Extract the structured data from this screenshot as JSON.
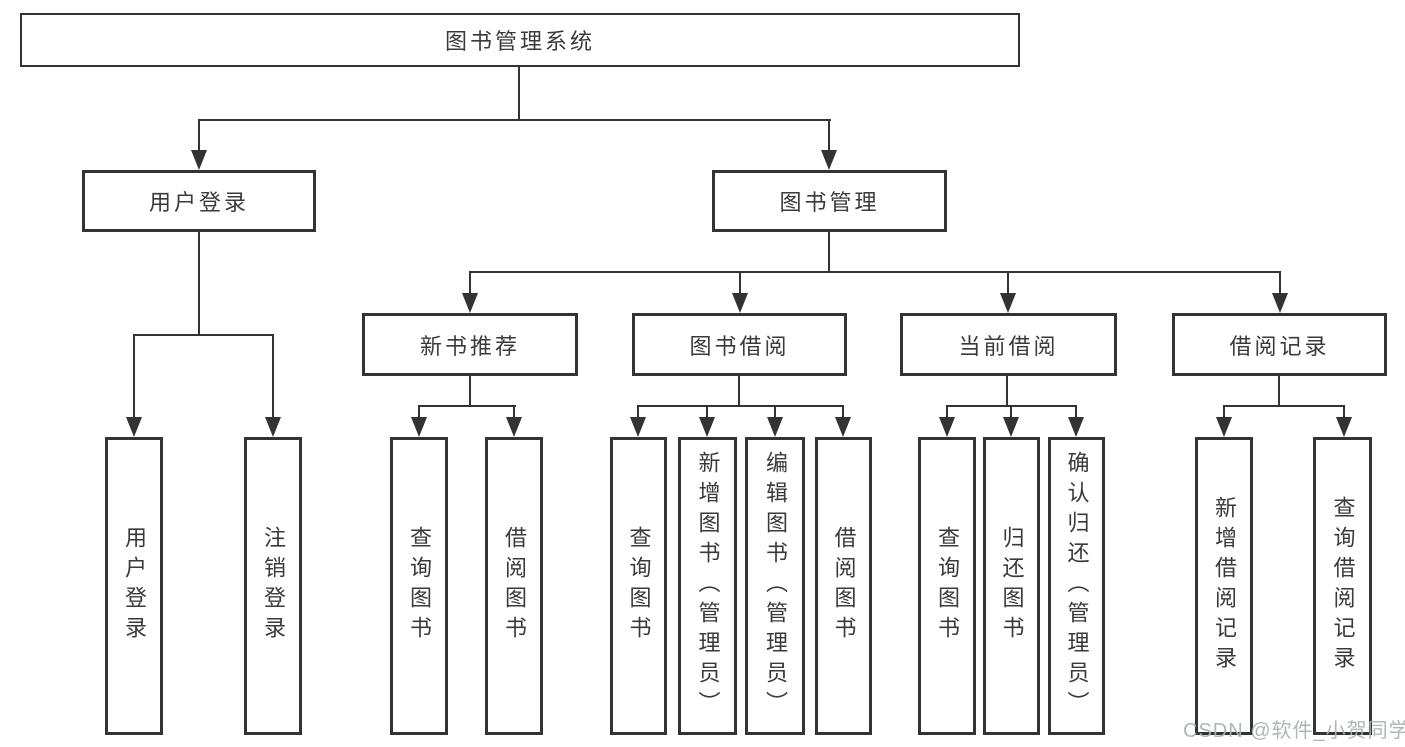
{
  "diagram": {
    "root": {
      "label": "图书管理系统"
    },
    "branches": [
      {
        "label": "用户登录",
        "children": [
          {
            "label": "用户登录"
          },
          {
            "label": "注销登录"
          }
        ]
      },
      {
        "label": "图书管理",
        "children": [
          {
            "label": "新书推荐",
            "children": [
              {
                "label": "查询图书"
              },
              {
                "label": "借阅图书"
              }
            ]
          },
          {
            "label": "图书借阅",
            "children": [
              {
                "label": "查询图书"
              },
              {
                "label": "新增图书（管理员）"
              },
              {
                "label": "编辑图书（管理员）"
              },
              {
                "label": "借阅图书"
              }
            ]
          },
          {
            "label": "当前借阅",
            "children": [
              {
                "label": "查询图书"
              },
              {
                "label": "归还图书"
              },
              {
                "label": "确认归还（管理员）"
              }
            ]
          },
          {
            "label": "借阅记录",
            "children": [
              {
                "label": "新增借阅记录"
              },
              {
                "label": "查询借阅记录"
              }
            ]
          }
        ]
      }
    ],
    "colors": {
      "line": "#333333",
      "text": "#3a3a3a",
      "watermark": "#acb1b8"
    }
  },
  "watermark": {
    "text": "CSDN @软件_小贺同学"
  }
}
